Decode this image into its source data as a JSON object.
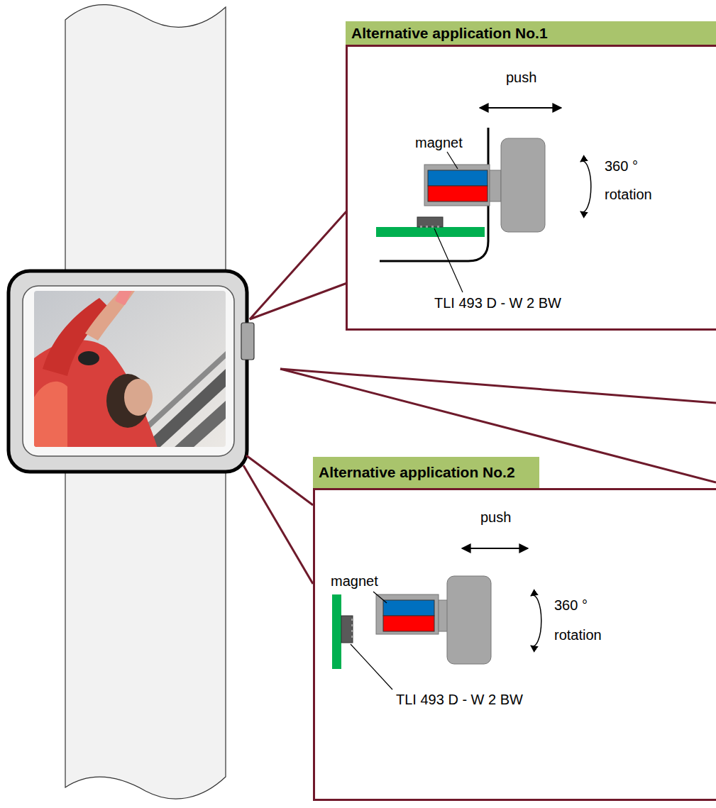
{
  "diagram": {
    "nodes": [
      {
        "text": [
          "Alternative application No.1"
        ]
      },
      {
        "text": [
          "Alternative application No.2"
        ]
      }
    ],
    "labels": [
      "push",
      "magnet",
      "360 °",
      "rotation",
      "TLI 493 D - W 2 BW",
      "push",
      "magnet",
      "360 °",
      "rotation",
      "TLI 493 D - W 2 BW"
    ]
  }
}
